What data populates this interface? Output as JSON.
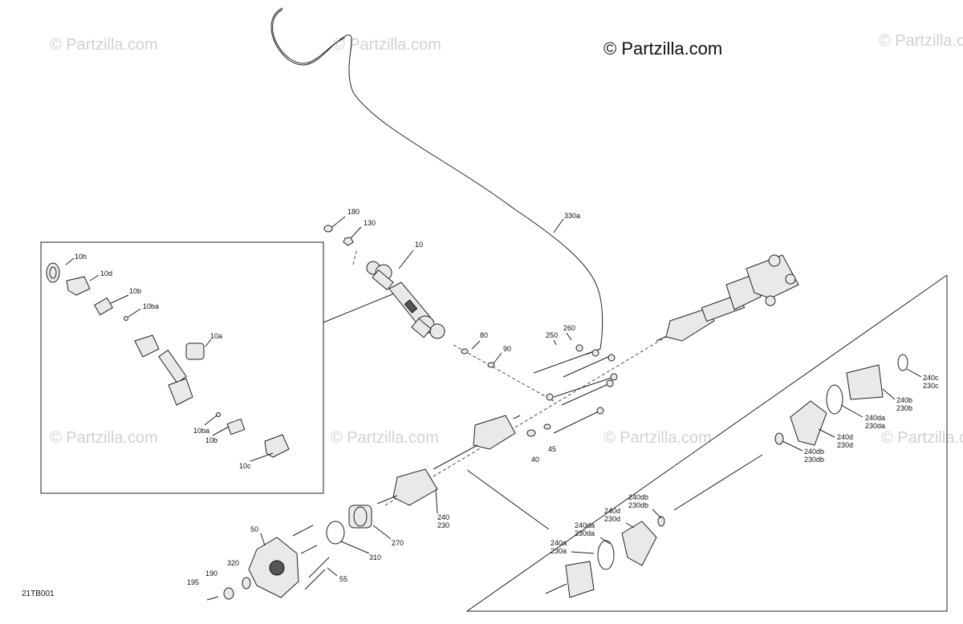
{
  "brand": {
    "text": "© Partzilla.com"
  },
  "watermark": {
    "text": "© Partzilla.com"
  },
  "diagram_code": "21TB001",
  "callouts": {
    "c180": "180",
    "c130": "130",
    "c10": "10",
    "c330a": "330a",
    "c80": "80",
    "c90": "90",
    "c250": "250",
    "c260": "260",
    "c40": "40",
    "c45": "45",
    "c240": "240",
    "c230": "230",
    "c270": "270",
    "c310": "310",
    "c50": "50",
    "c55": "55",
    "c320": "320",
    "c190": "190",
    "c195": "195",
    "c10h": "10h",
    "c10d": "10d",
    "c10b": "10b",
    "c10ba": "10ba",
    "c10a": "10a",
    "c10ba2": "10ba",
    "c10b2": "10b",
    "c10c": "10c",
    "c240c": "240c",
    "c230c": "230c",
    "c240b": "240b",
    "c230b": "230b",
    "c240da": "240da",
    "c230da": "230da",
    "c240d": "240d",
    "c230d": "230d",
    "c240db": "240db",
    "c230db": "230db",
    "c240db2": "240db",
    "c230db2": "230db",
    "c240d2": "240d",
    "c230d2": "230d",
    "c240da2": "240da",
    "c230da2": "230da",
    "c240a": "240a",
    "c230a": "230a"
  }
}
